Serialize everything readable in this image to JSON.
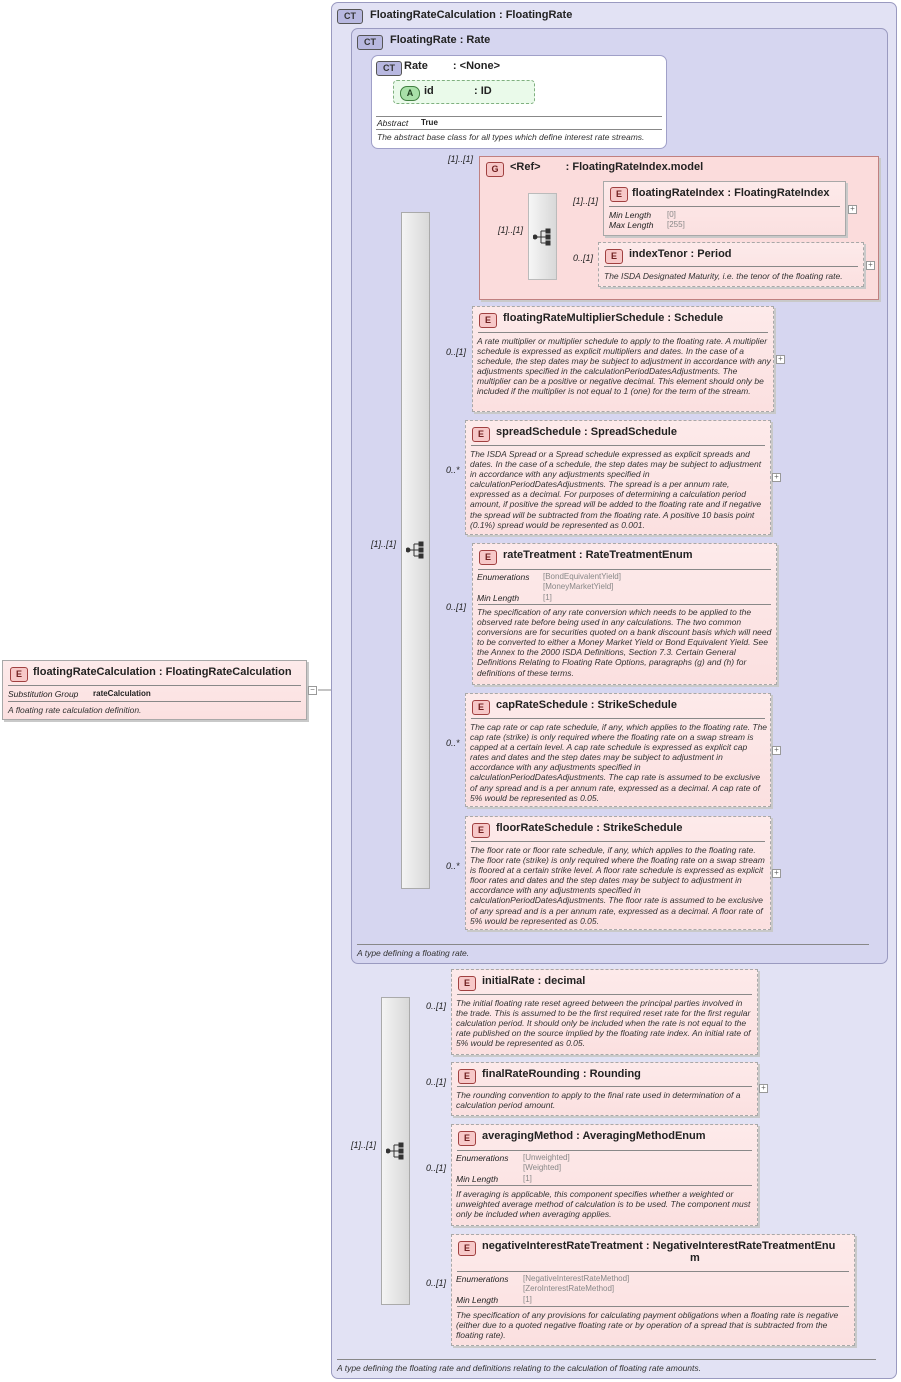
{
  "root": {
    "badge": "E",
    "name": "floatingRateCalculation",
    "type": "FloatingRateCalculation",
    "sub_group_label": "Substitution Group",
    "sub_group_value": "rateCalculation",
    "doc": "A floating rate calculation definition."
  },
  "outer_ct": {
    "badge": "CT",
    "name": "FloatingRateCalculation",
    "base": "FloatingRate",
    "doc": "A type defining the floating rate and definitions relating to the calculation of floating rate amounts."
  },
  "inner_ct": {
    "badge": "CT",
    "name": "FloatingRate",
    "base": "Rate",
    "doc": "A type defining a floating rate."
  },
  "rate_ct": {
    "badge": "CT",
    "name": "Rate",
    "base": "<None>",
    "attr_badge": "A",
    "attr_name": "id",
    "attr_type": "ID",
    "abstract_label": "Abstract",
    "abstract_value": "True",
    "doc": "The abstract base class for all types which define interest rate streams."
  },
  "group": {
    "badge": "G",
    "name": "<Ref>",
    "type": "FloatingRateIndex.model",
    "card": "[1]..[1]",
    "seq_card": "[1]..[1]"
  },
  "cards": {
    "inner_seq": "[1]..[1]",
    "outer_seq": "[1]..[1]",
    "fri": "[1]..[1]",
    "tenor": "0..[1]",
    "frms": "0..[1]",
    "spread": "0..*",
    "rt": "0..[1]",
    "cap": "0..*",
    "floor": "0..*",
    "initial": "0..[1]",
    "final": "0..[1]",
    "avg": "0..[1]",
    "neg": "0..[1]"
  },
  "elements": {
    "fri": {
      "badge": "E",
      "name": "floatingRateIndex",
      "type": "FloatingRateIndex",
      "p1_label": "Min Length",
      "p1_value": "[0]",
      "p2_label": "Max Length",
      "p2_value": "[255]"
    },
    "tenor": {
      "badge": "E",
      "name": "indexTenor",
      "type": "Period",
      "doc": "The ISDA Designated Maturity, i.e. the tenor of the floating rate."
    },
    "frms": {
      "badge": "E",
      "name": "floatingRateMultiplierSchedule",
      "type": "Schedule",
      "doc": "A rate multiplier or multiplier schedule to apply to the floating rate. A multiplier schedule is expressed as explicit multipliers and dates. In the case of a schedule, the step dates may be subject to adjustment in accordance with any adjustments specified in the calculationPeriodDatesAdjustments. The multiplier can be a positive or negative decimal. This element should only be included if the multiplier is not equal to 1 (one) for the term of the stream."
    },
    "spread": {
      "badge": "E",
      "name": "spreadSchedule",
      "type": "SpreadSchedule",
      "doc": "The ISDA Spread or a Spread schedule expressed as explicit spreads and dates. In the case of a schedule, the step dates may be subject to adjustment in accordance with any adjustments specified in calculationPeriodDatesAdjustments. The spread is a per annum rate, expressed as a decimal. For purposes of determining a calculation period amount, if positive the spread will be added to the floating rate and if negative the spread will be subtracted from the floating rate. A positive 10 basis point (0.1%) spread would be represented as 0.001."
    },
    "rt": {
      "badge": "E",
      "name": "rateTreatment",
      "type": "RateTreatmentEnum",
      "enum_label": "Enumerations",
      "enum_1": "[BondEquivalentYield]",
      "enum_2": "[MoneyMarketYield]",
      "min_label": "Min Length",
      "min_value": "[1]",
      "doc": "The specification of any rate conversion which needs to be applied to the observed rate before being used in any calculations. The two common conversions are for securities quoted on a bank discount basis which will need to be converted to either a Money Market Yield or Bond Equivalent Yield. See the Annex to the 2000 ISDA Definitions, Section 7.3. Certain General Definitions Relating to Floating Rate Options, paragraphs (g) and (h) for definitions of these terms."
    },
    "cap": {
      "badge": "E",
      "name": "capRateSchedule",
      "type": "StrikeSchedule",
      "doc": "The cap rate or cap rate schedule, if any, which applies to the floating rate. The cap rate (strike) is only required where the floating rate on a swap stream is capped at a certain level. A cap rate schedule is expressed as explicit cap rates and dates and the step dates may be subject to adjustment in accordance with any adjustments specified in calculationPeriodDatesAdjustments. The cap rate is assumed to be exclusive of any spread and is a per annum rate, expressed as a decimal. A cap rate of 5% would be represented as 0.05."
    },
    "floor": {
      "badge": "E",
      "name": "floorRateSchedule",
      "type": "StrikeSchedule",
      "doc": "The floor rate or floor rate schedule, if any, which applies to the floating rate. The floor rate (strike) is only required where the floating rate on a swap stream is floored at a certain strike level. A floor rate schedule is expressed as explicit floor rates and dates and the step dates may be subject to adjustment in accordance with any adjustments specified in calculationPeriodDatesAdjustments. The floor rate is assumed to be exclusive of any spread and is a per annum rate, expressed as a decimal. A floor rate of 5% would be represented as 0.05."
    },
    "initial": {
      "badge": "E",
      "name": "initialRate",
      "type": "decimal",
      "doc": "The initial floating rate reset agreed between the principal parties involved in the trade. This is assumed to be the first required reset rate for the first regular calculation period. It should only be included when the rate is not equal to the rate published on the source implied by the floating rate index. An initial rate of 5% would be represented as 0.05."
    },
    "final": {
      "badge": "E",
      "name": "finalRateRounding",
      "type": "Rounding",
      "doc": "The rounding convention to apply to the final rate used in determination of a calculation period amount."
    },
    "avg": {
      "badge": "E",
      "name": "averagingMethod",
      "type": "AveragingMethodEnum",
      "enum_label": "Enumerations",
      "enum_1": "[Unweighted]",
      "enum_2": "[Weighted]",
      "min_label": "Min Length",
      "min_value": "[1]",
      "doc": "If averaging is applicable, this component specifies whether a weighted or unweighted average method of calculation is to be used. The component must only be included when averaging applies."
    },
    "neg": {
      "badge": "E",
      "name": "negativeInterestRateTreatment",
      "type": "NegativeInterestRateTreatmentEnu",
      "type_wrap": "m",
      "enum_label": "Enumerations",
      "enum_1": "[NegativeInterestRateMethod]",
      "enum_2": "[ZeroInterestRateMethod]",
      "min_label": "Min Length",
      "min_value": "[1]",
      "doc": "The specification of any provisions for calculating payment obligations when a floating rate is negative (either due to a quoted negative floating rate or by operation of a spread that is subtracted from the floating rate)."
    }
  },
  "glyphs": {
    "plus": "+",
    "minus": "−",
    "colon": ":"
  }
}
